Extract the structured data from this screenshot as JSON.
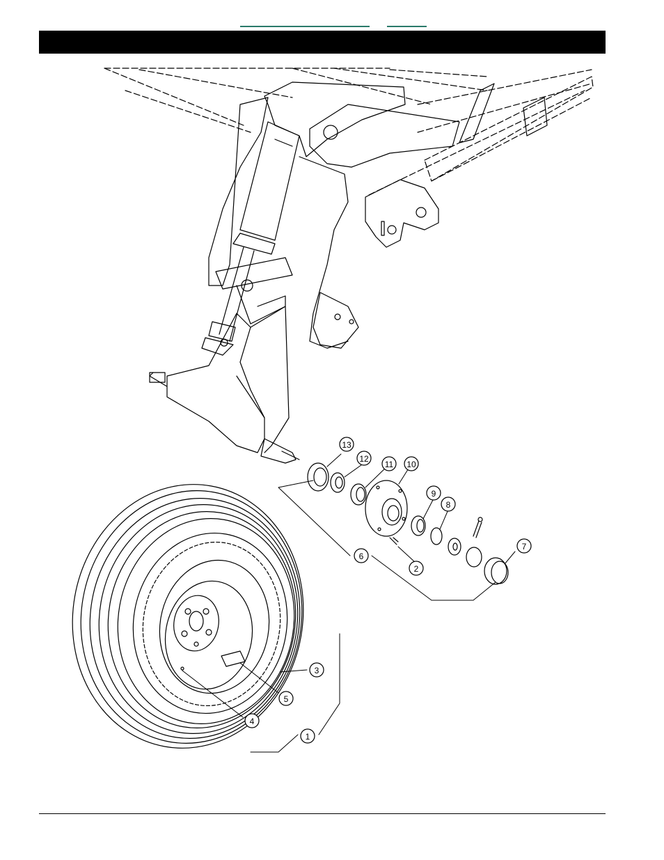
{
  "header": {
    "title": ""
  },
  "callouts": [
    "1",
    "2",
    "3",
    "4",
    "5",
    "6",
    "7",
    "8",
    "9",
    "10",
    "11",
    "12",
    "13"
  ],
  "colors": {
    "ink": "#000000",
    "link": "#2a7a6a"
  }
}
